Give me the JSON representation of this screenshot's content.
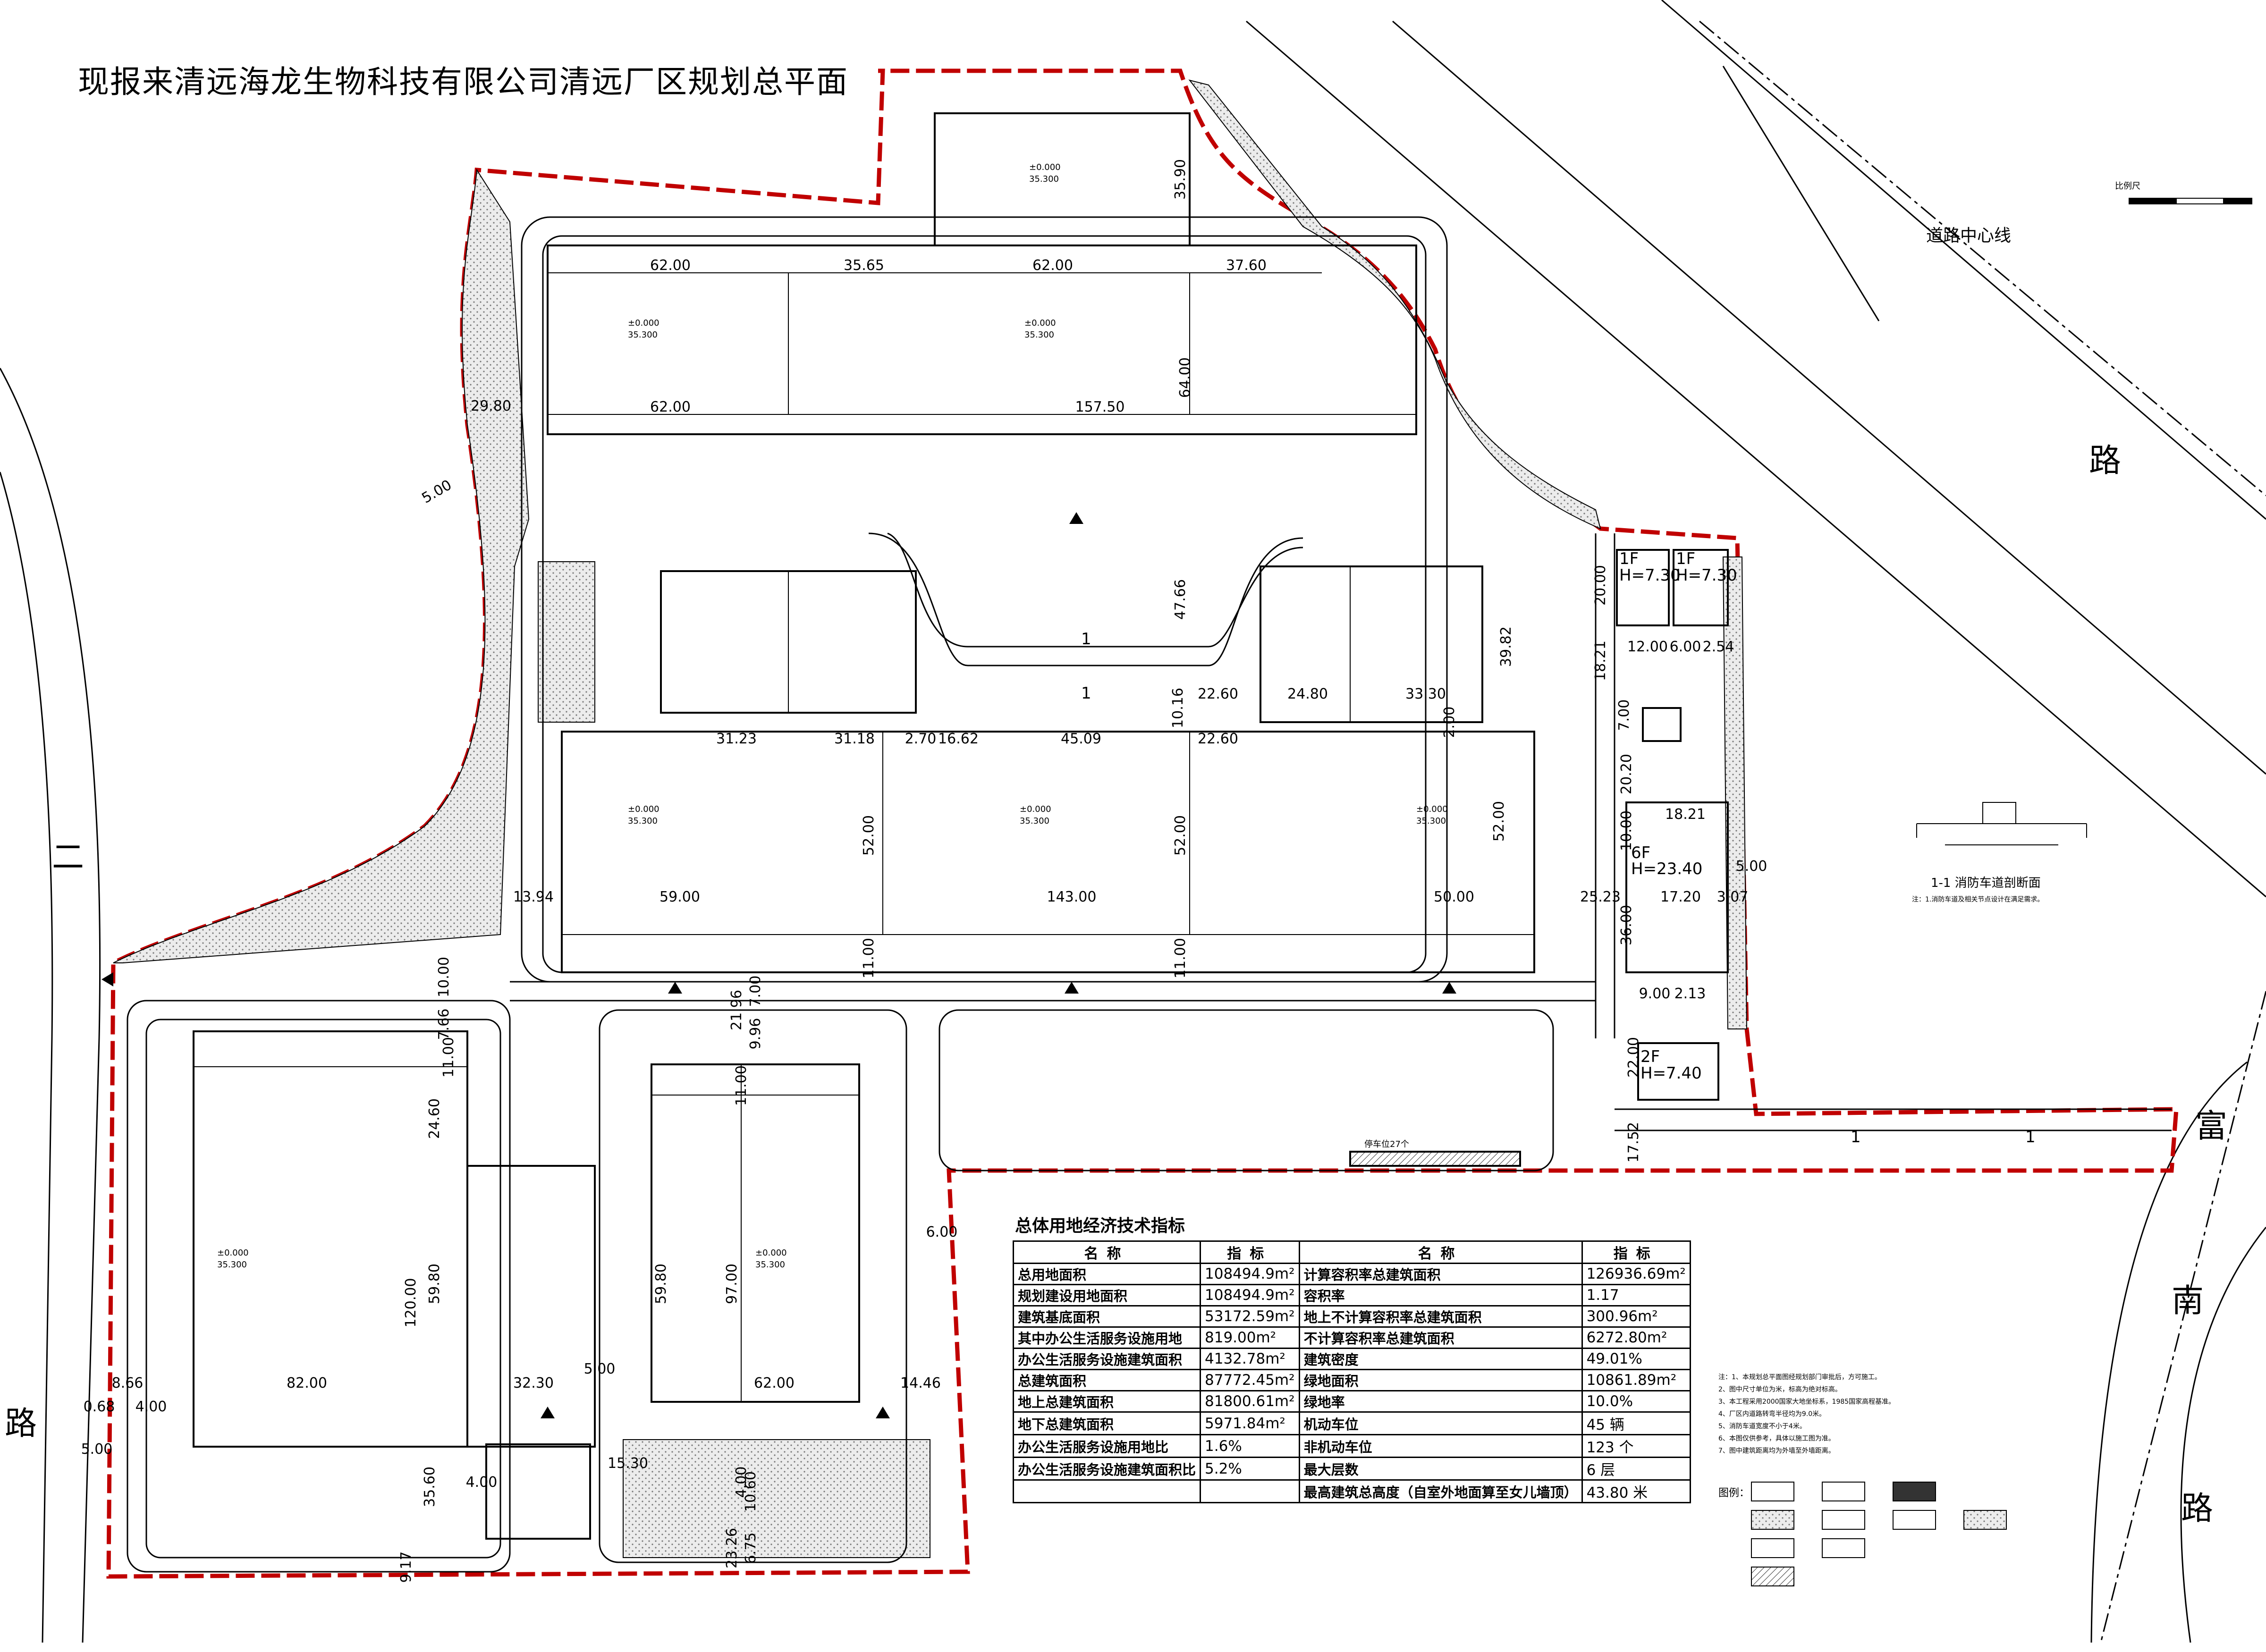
{
  "title": "现报来清远海龙生物科技有限公司清远厂区规划总平面",
  "labels": {
    "road_center_line": "道路中心线",
    "road_right_top": "路",
    "road_left_1": "二",
    "road_left_2": "路",
    "road_right_1": "富",
    "road_right_2": "南",
    "road_right_3": "路",
    "scale_title": "比例尺",
    "fire_lane_section": "1-1 消防车道剖断面",
    "fire_lane_note": "注：1.消防车道及相关节点设计在满足需求。",
    "legend_title": "图例：",
    "section_mark": "1",
    "section_mark_2": "1",
    "section_mark_3": "1",
    "section_mark_4": "1",
    "building_1f_a": "1F",
    "building_h_a": "H=7.30",
    "building_1f_b": "1F",
    "building_h_b": "H=7.30",
    "building_6f": "6F",
    "building_h_6f": "H=23.40",
    "building_2f": "2F",
    "building_h_2f": "H=7.40",
    "elev_a": "±0.000",
    "elev_b": "35.300",
    "parking_label": "停车位27个"
  },
  "dimensions": {
    "d1": "62.00",
    "d2": "35.65",
    "d3": "62.00",
    "d4": "37.60",
    "d5": "62.00",
    "d6": "157.50",
    "d7": "64.00",
    "d8": "35.90",
    "d9": "29.80",
    "d10": "5.00",
    "d11": "47.66",
    "d12": "39.82",
    "d13": "31.23",
    "d14": "31.18",
    "d15": "2.70",
    "d16": "16.62",
    "d17": "45.09",
    "d18": "22.60",
    "d19": "22.60",
    "d20": "24.80",
    "d21": "33.30",
    "d22": "10.16",
    "d23": "52.00",
    "d24": "52.00",
    "d25": "52.00",
    "d26": "59.00",
    "d27": "143.00",
    "d28": "50.00",
    "d29": "13.94",
    "d30": "25.23",
    "d31": "11.00",
    "d32": "11.00",
    "d33": "18.21",
    "d34": "20.00",
    "d35": "12.00",
    "d36": "6.00",
    "d37": "2.54",
    "d38": "7.00",
    "d39": "20.20",
    "d40": "10.00",
    "d41": "18.21",
    "d42": "17.20",
    "d43": "5.00",
    "d44": "3.07",
    "d45": "36.00",
    "d46": "9.00",
    "d47": "2.13",
    "d48": "22.00",
    "d49": "17.52",
    "d50": "10.00",
    "d51": "7.66",
    "d52": "11.00",
    "d53": "21.96",
    "d54": "9.96",
    "d55": "7.00",
    "d56": "11.00",
    "d57": "24.60",
    "d58": "120.00",
    "d59": "59.80",
    "d60": "82.00",
    "d61": "32.30",
    "d62": "5.00",
    "d63": "59.80",
    "d64": "97.00",
    "d65": "62.00",
    "d66": "14.46",
    "d67": "8.66",
    "d68": "4.00",
    "d69": "0.68",
    "d70": "5.00",
    "d71": "35.60",
    "d72": "9.17",
    "d73": "4.00",
    "d74": "15.30",
    "d75": "23.26",
    "d76": "6.75",
    "d77": "4.00",
    "d78": "6.00",
    "d79": "10.60",
    "d80": "2.00"
  },
  "econ_table": {
    "title": "总体用地经济技术指标",
    "headers": [
      "名称",
      "指标",
      "名称",
      "指标"
    ],
    "rows": [
      [
        "总用地面积",
        "108494.9m²",
        "计算容积率总建筑面积",
        "126936.69m²"
      ],
      [
        "规划建设用地面积",
        "108494.9m²",
        "容积率",
        "1.17"
      ],
      [
        "建筑基底面积",
        "53172.59m²",
        "地上不计算容积率总建筑面积",
        "300.96m²"
      ],
      [
        "其中办公生活服务设施用地",
        "819.00m²",
        "不计算容积率总建筑面积",
        "6272.80m²"
      ],
      [
        "办公生活服务设施建筑面积",
        "4132.78m²",
        "建筑密度",
        "49.01%"
      ],
      [
        "总建筑面积",
        "87772.45m²",
        "绿地面积",
        "10861.89m²"
      ],
      [
        "地上总建筑面积",
        "81800.61m²",
        "绿地率",
        "10.0%"
      ],
      [
        "地下总建筑面积",
        "5971.84m²",
        "机动车位",
        "45  辆"
      ],
      [
        "办公生活服务设施用地比",
        "1.6%",
        "非机动车位",
        "123  个"
      ],
      [
        "办公生活服务设施建筑面积比",
        "5.2%",
        "最大层数",
        "6  层"
      ],
      [
        "",
        "",
        "最高建筑总高度（自室外地面算至女儿墙顶）",
        "43.80  米"
      ]
    ]
  },
  "notes": [
    "注：1、本规划总平面图经规划部门审批后，方可施工。",
    "2、图中尺寸单位为米，标高为绝对标高。",
    "3、本工程采用2000国家大地坐标系，1985国家高程基准。",
    "4、厂区内道路转弯半径均为9.0米。",
    "5、消防车道宽度不小于4米。",
    "6、本图仅供参考，具体以施工图为准。",
    "7、图中建筑距离均为外墙至外墙距离。"
  ],
  "colors": {
    "boundary": "#c00000",
    "line": "#000000",
    "green_fill": "#d4d4d4"
  }
}
